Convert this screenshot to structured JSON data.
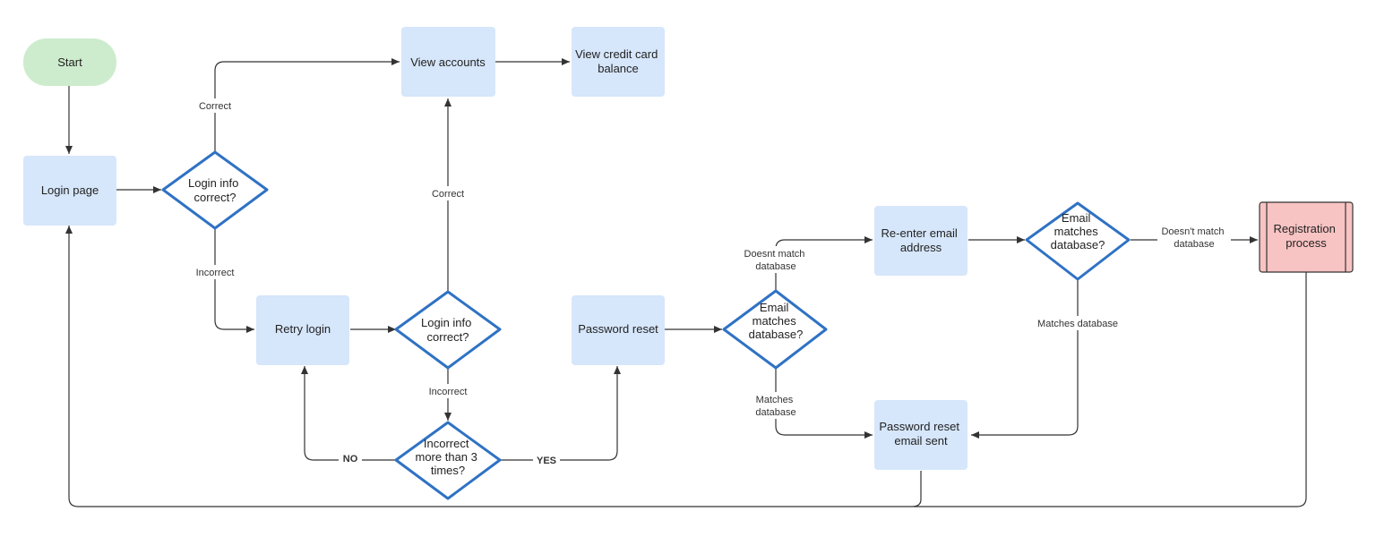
{
  "nodes": {
    "start": "Start",
    "login_page": "Login page",
    "login_check_1": [
      "Login info",
      "correct?"
    ],
    "view_accounts": "View accounts",
    "view_credit": [
      "View credit card",
      "balance"
    ],
    "retry_login": "Retry login",
    "login_check_2": [
      "Login info",
      "correct?"
    ],
    "incorrect_3": [
      "Incorrect",
      "more than 3",
      "times?"
    ],
    "password_reset": "Password reset",
    "email_match_1": [
      "Email",
      "matches",
      "database?"
    ],
    "reenter_email": [
      "Re-enter email",
      "address"
    ],
    "email_match_2": [
      "Email",
      "matches",
      "database?"
    ],
    "registration": [
      "Registration",
      "process"
    ],
    "reset_sent": [
      "Password reset",
      "email sent"
    ]
  },
  "edges": {
    "correct_1": "Correct",
    "incorrect_1": "Incorrect",
    "correct_2": "Correct",
    "incorrect_2": "Incorrect",
    "no": "NO",
    "yes": "YES",
    "doesnt_match_1": [
      "Doesnt match",
      "database"
    ],
    "matches_1": [
      "Matches",
      "database"
    ],
    "doesnt_match_2": [
      "Doesn't match",
      "database"
    ],
    "matches_2": "Matches database"
  },
  "colors": {
    "process_fill": "#d6e6fb",
    "start_fill": "#cdeccd",
    "decision_stroke": "#2f72c4",
    "terminal_fill": "#f8c3c3"
  }
}
